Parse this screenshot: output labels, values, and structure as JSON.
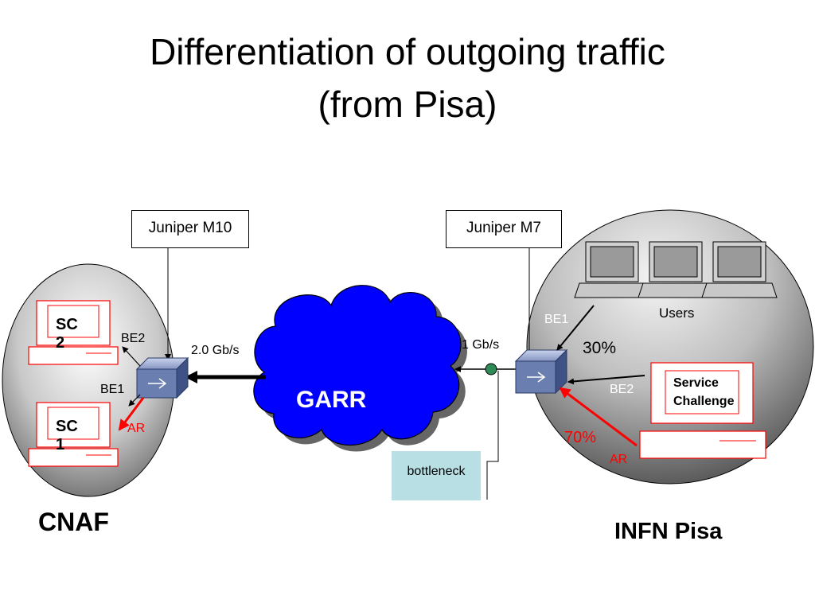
{
  "title": {
    "line1": "Differentiation of outgoing traffic",
    "line2": "(from Pisa)"
  },
  "routers": {
    "left_label": "Juniper M10",
    "right_label": "Juniper M7"
  },
  "links": {
    "left_speed": "2.0 Gb/s",
    "right_speed": "1 Gb/s",
    "bottleneck": "bottleneck"
  },
  "cloud": {
    "label": "GARR"
  },
  "cnaf": {
    "name": "CNAF",
    "sc2_line1": "SC",
    "sc2_line2": "2",
    "sc1_line1": "SC",
    "sc1_line2": "1",
    "be2": "BE2",
    "be1": "BE1",
    "ar": "AR"
  },
  "pisa": {
    "name": "INFN Pisa",
    "users": "Users",
    "be1": "BE1",
    "be1_share": "30%",
    "be2": "BE2",
    "sc_line1": "Service",
    "sc_line2": "Challenge",
    "ar_share": "70%",
    "ar": "AR"
  },
  "colors": {
    "cloud": "#0000ff",
    "ar_arrow": "#ff0000",
    "bottleneck_box": "#b8e0e4",
    "router": "#5a6e9a",
    "link_dot": "#2e8b57"
  }
}
